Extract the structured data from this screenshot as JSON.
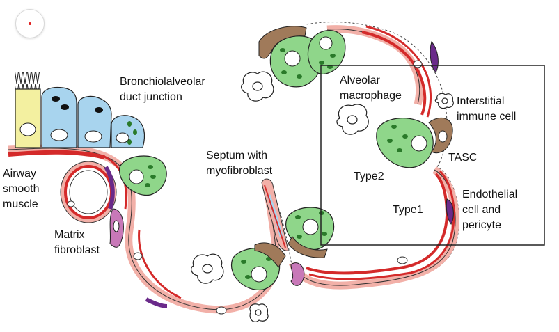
{
  "labels": {
    "bronchiolar": "Bronchiolalveolar",
    "duct": "duct junction",
    "airway": "Airway",
    "smooth": "smooth",
    "muscle": "muscle",
    "matrix": "Matrix",
    "fibroblast": "fibroblast",
    "septum": "Septum with",
    "myofibroblast": "myofibroblast",
    "alveolar": "Alveolar",
    "macrophage": "macrophage",
    "interstitial": "Interstitial",
    "immune": "immune cell",
    "tasc": "TASC",
    "type2": "Type2",
    "type1": "Type1",
    "endothelial": "Endothelial",
    "cell_and": "cell and",
    "pericyte": "pericyte"
  },
  "colors": {
    "type1_membrane": "#f2b0a8",
    "capillary_red": "#d42a2a",
    "type2_green": "#8fd68a",
    "brown_cell": "#a07a5a",
    "club_blue": "#a8d4ee",
    "ciliated_yellow": "#f3f0a0",
    "pericyte_purple": "#6a2a8a",
    "fibroblast_pink": "#c878b8",
    "inset_box": "#222222"
  },
  "icons": [
    "record-dot-icon"
  ]
}
